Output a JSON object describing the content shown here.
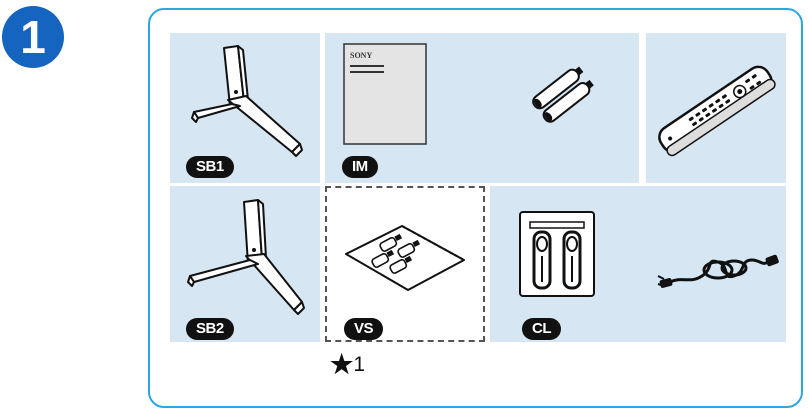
{
  "step": {
    "number": "1"
  },
  "labels": {
    "sb1": "SB1",
    "im": "IM",
    "sb2": "SB2",
    "vs": "VS",
    "cl": "CL"
  },
  "manual": {
    "brand": "SONY"
  },
  "footnote": {
    "star": "★",
    "number": "1"
  },
  "colors": {
    "frame_border": "#29a8df",
    "panel": "#d6e6f2",
    "step_badge": "#1565c0",
    "label_bg": "#111111"
  },
  "icons": [
    "stand-sb1-icon",
    "manual-icon",
    "batteries-icon",
    "remote-control-icon",
    "stand-sb2-icon",
    "screw-pack-icon",
    "cable-clip-icon",
    "power-cord-icon"
  ]
}
